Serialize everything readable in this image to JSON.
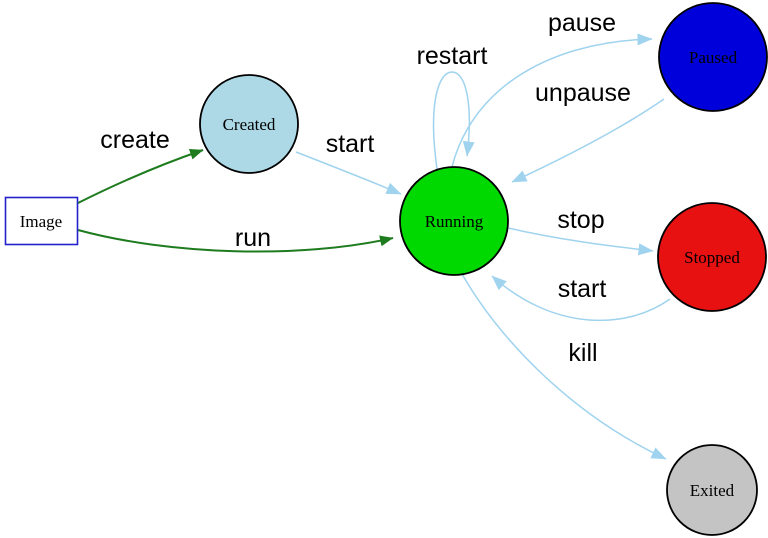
{
  "colors": {
    "background": "#ffffff",
    "edge_blue": "#9fd3ee",
    "edge_green": "#1e7b1e",
    "node_border": "#000000",
    "image_box_border": "#2222cc"
  },
  "diagram": {
    "nodes": {
      "image": {
        "label": "Image",
        "shape": "rectangle",
        "fill": "#ffffff"
      },
      "created": {
        "label": "Created",
        "shape": "circle",
        "fill": "#add8e6"
      },
      "running": {
        "label": "Running",
        "shape": "circle",
        "fill": "#00d900"
      },
      "paused": {
        "label": "Paused",
        "shape": "circle",
        "fill": "#0000db"
      },
      "stopped": {
        "label": "Stopped",
        "shape": "circle",
        "fill": "#e81111"
      },
      "exited": {
        "label": "Exited",
        "shape": "circle",
        "fill": "#c4c4c4"
      }
    },
    "edges": {
      "create": {
        "label": "create",
        "from": "Image",
        "to": "Created"
      },
      "run": {
        "label": "run",
        "from": "Image",
        "to": "Running"
      },
      "start_created": {
        "label": "start",
        "from": "Created",
        "to": "Running"
      },
      "restart": {
        "label": "restart",
        "from": "Running",
        "to": "Running"
      },
      "pause": {
        "label": "pause",
        "from": "Running",
        "to": "Paused"
      },
      "unpause": {
        "label": "unpause",
        "from": "Paused",
        "to": "Running"
      },
      "stop": {
        "label": "stop",
        "from": "Running",
        "to": "Stopped"
      },
      "start_stopped": {
        "label": "start",
        "from": "Stopped",
        "to": "Running"
      },
      "kill": {
        "label": "kill",
        "from": "Running",
        "to": "Exited"
      }
    }
  }
}
